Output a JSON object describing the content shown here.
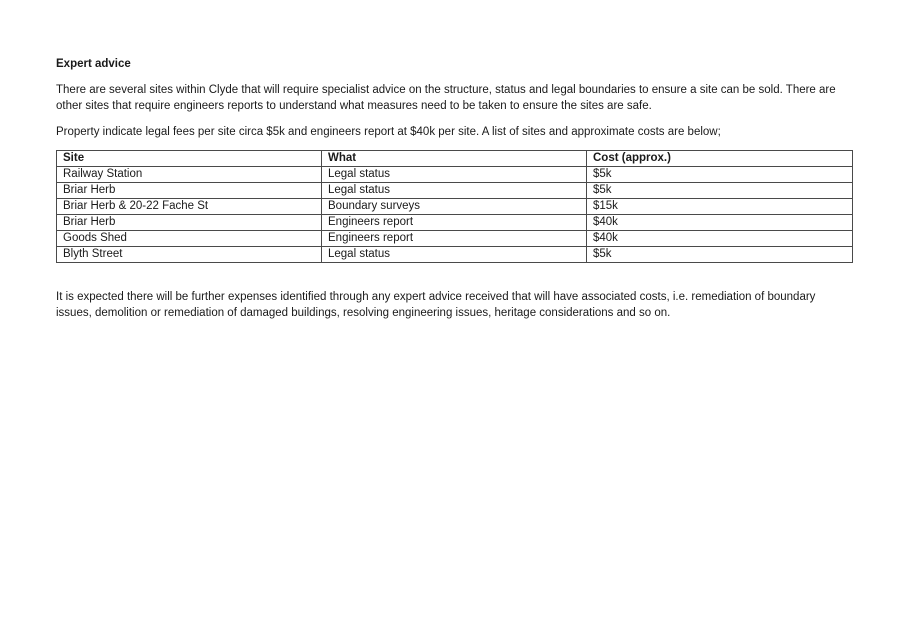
{
  "document": {
    "heading": "Expert advice",
    "paragraph_1": "There are several sites within Clyde that will require specialist advice on the structure, status and legal boundaries to ensure a site can be sold. There are other sites that require engineers reports to understand what measures need to be taken to ensure the sites are safe.",
    "paragraph_2": "Property indicate legal fees per site circa $5k and engineers report at $40k per site. A list of sites and approximate costs are below;",
    "table": {
      "headers": [
        "Site",
        "What",
        "Cost (approx.)"
      ],
      "rows": [
        [
          "Railway Station",
          "Legal status",
          "$5k"
        ],
        [
          "Briar Herb",
          "Legal status",
          "$5k"
        ],
        [
          "Briar Herb & 20-22 Fache St",
          "Boundary surveys",
          "$15k"
        ],
        [
          "Briar Herb",
          "Engineers report",
          "$40k"
        ],
        [
          "Goods Shed",
          "Engineers report",
          "$40k"
        ],
        [
          "Blyth Street",
          "Legal status",
          "$5k"
        ]
      ]
    },
    "paragraph_3": "It is expected there will be further expenses identified through any expert advice received that will have associated costs, i.e. remediation of boundary issues, demolition or remediation of damaged buildings, resolving engineering issues, heritage considerations and so on."
  }
}
